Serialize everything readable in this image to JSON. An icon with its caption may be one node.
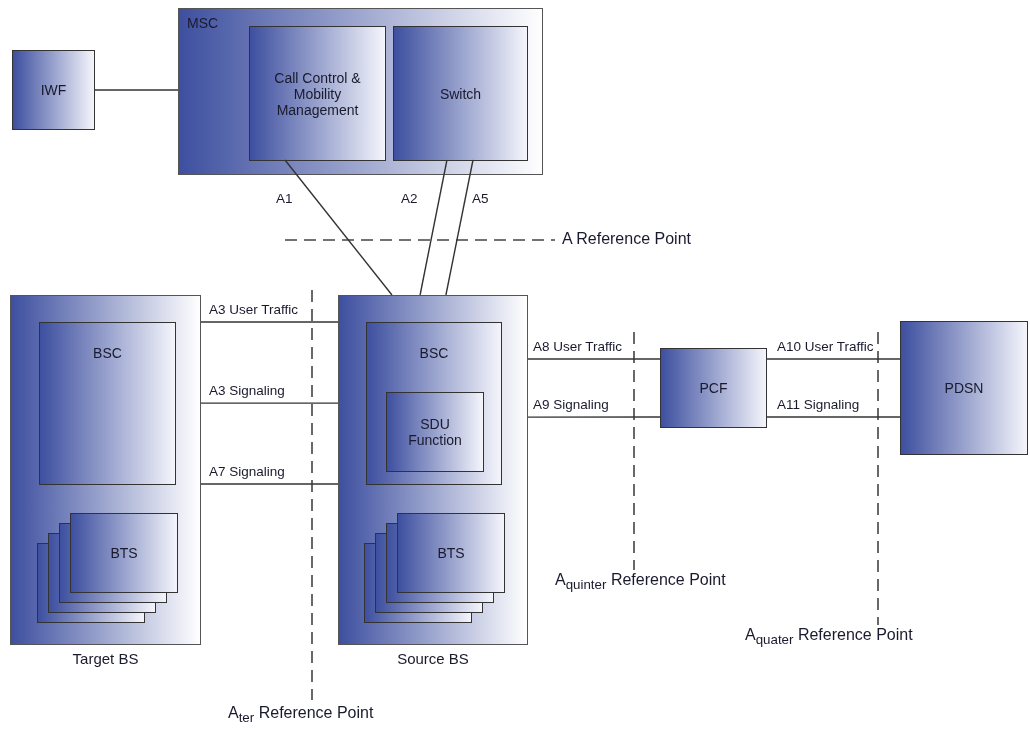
{
  "diagram": {
    "nodes": [
      {
        "text": [
          "IWF"
        ]
      },
      {
        "text": [
          "MSC"
        ]
      },
      {
        "text": [
          "Call Control & Mobility Management"
        ],
        "in": 1
      },
      {
        "text": [
          "Switch"
        ],
        "in": 1
      },
      {
        "text": [
          "Target BS"
        ]
      },
      {
        "text": [
          "BSC"
        ],
        "in": 4
      },
      {
        "text": [
          "BTS"
        ],
        "in": 4
      },
      {
        "text": [
          "Source BS"
        ]
      },
      {
        "text": [
          "BSC"
        ],
        "in": 7
      },
      {
        "text": [
          "SDU Function"
        ],
        "in": 8
      },
      {
        "text": [
          "BTS"
        ],
        "in": 7
      },
      {
        "text": [
          "PCF"
        ]
      },
      {
        "text": [
          "PDSN"
        ]
      }
    ],
    "edges": [
      {
        "from": 0,
        "to": 1,
        "arrow": "none"
      },
      {
        "from": 2,
        "to": 7,
        "arrow": "none",
        "label": "A1"
      },
      {
        "from": 3,
        "to": 7,
        "arrow": "none",
        "label": "A2"
      },
      {
        "from": 3,
        "to": 7,
        "arrow": "none",
        "label": "A5"
      },
      {
        "from": 4,
        "to": 7,
        "arrow": "none",
        "label": "A3 User Traffic"
      },
      {
        "from": 4,
        "to": 7,
        "arrow": "none",
        "label": "A3 Signaling"
      },
      {
        "from": 4,
        "to": 7,
        "arrow": "none",
        "label": "A7 Signaling"
      },
      {
        "from": 7,
        "to": 11,
        "arrow": "none",
        "label": "A8 User Traffic"
      },
      {
        "from": 7,
        "to": 11,
        "arrow": "none",
        "label": "A9 Signaling"
      },
      {
        "from": 11,
        "to": 12,
        "arrow": "none",
        "label": "A10 User Traffic"
      },
      {
        "from": 11,
        "to": 12,
        "arrow": "none",
        "label": "A11 Signaling"
      }
    ],
    "labels": [
      "A Reference Point",
      "A$_{quinter}$ Reference Point",
      "A$_{quater}$ Reference Point",
      "A$_{ter}$ Reference Point"
    ]
  }
}
